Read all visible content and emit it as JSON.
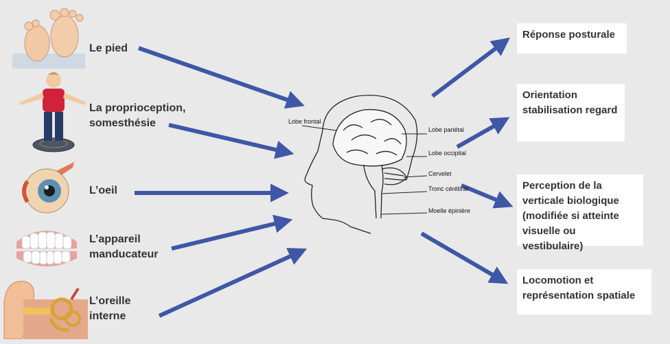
{
  "inputs": [
    {
      "label": "Le pied",
      "icon": "feet-icon"
    },
    {
      "label": "La proprioception, somesthésie",
      "icon": "child-balance-icon"
    },
    {
      "label": "L’oeil",
      "icon": "eye-icon"
    },
    {
      "label": "L’appareil manducateur",
      "icon": "teeth-icon"
    },
    {
      "label": "L’oreille interne",
      "icon": "inner-ear-icon"
    }
  ],
  "outputs": [
    {
      "label": "Réponse posturale"
    },
    {
      "label": "Orientation stabilisation regard"
    },
    {
      "label": "Perception de la verticale biologique (modifiée si atteinte visuelle ou vestibulaire)"
    },
    {
      "label": "Locomotion et représentation spatiale"
    }
  ],
  "brain_labels": {
    "frontal": "Lobe frontal",
    "parietal": "Lobe pariétal",
    "occipital": "Lobe occipital",
    "cervelet": "Cervelet",
    "tronc": "Tronc cérébral",
    "moelle": "Moelle épinière"
  },
  "colors": {
    "arrow": "#3f57a6",
    "background": "#e9e9e9",
    "box": "#ffffff"
  }
}
